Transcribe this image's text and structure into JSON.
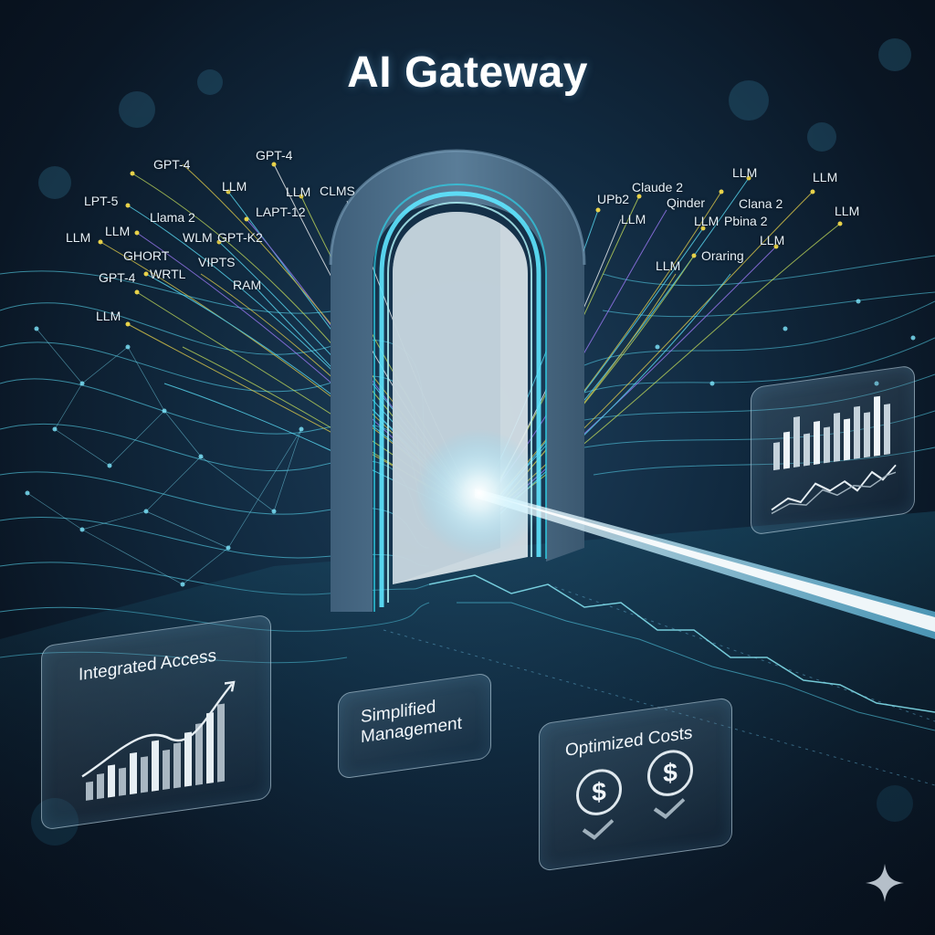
{
  "title": "AI Gateway",
  "model_labels": [
    "GPT-4",
    "GPT-4",
    "LPT-5",
    "LLM",
    "CLMS",
    "LLM",
    "Llama 2",
    "LAPT-12",
    "LLM",
    "LLM",
    "WLM",
    "GPT-K2",
    "GHORT",
    "VIPTS",
    "GPT-4",
    "WRTL",
    "RAM",
    "LLM",
    "LLM",
    "Claude 2",
    "UPb2",
    "LLM",
    "Qinder",
    "LLM",
    "Clana 2",
    "LLM",
    "LLM",
    "Pbina 2",
    "Oraring",
    "LLM",
    "LLM"
  ],
  "panels": {
    "integrated_access": "Integrated Access",
    "simplified_management": "Simplified Management",
    "optimized_costs": "Optimized Costs"
  },
  "currency_symbol": "$",
  "colors": {
    "background": "#0b1a2a",
    "arch": "#4b6b85",
    "glow_cyan": "#5ee6ff",
    "beam": "#bff4ff"
  },
  "icons": [
    "sparkle-icon",
    "dollar-coin-icon",
    "checkmark-icon",
    "bar-chart-icon",
    "line-chart-icon",
    "trend-arrow-icon"
  ]
}
